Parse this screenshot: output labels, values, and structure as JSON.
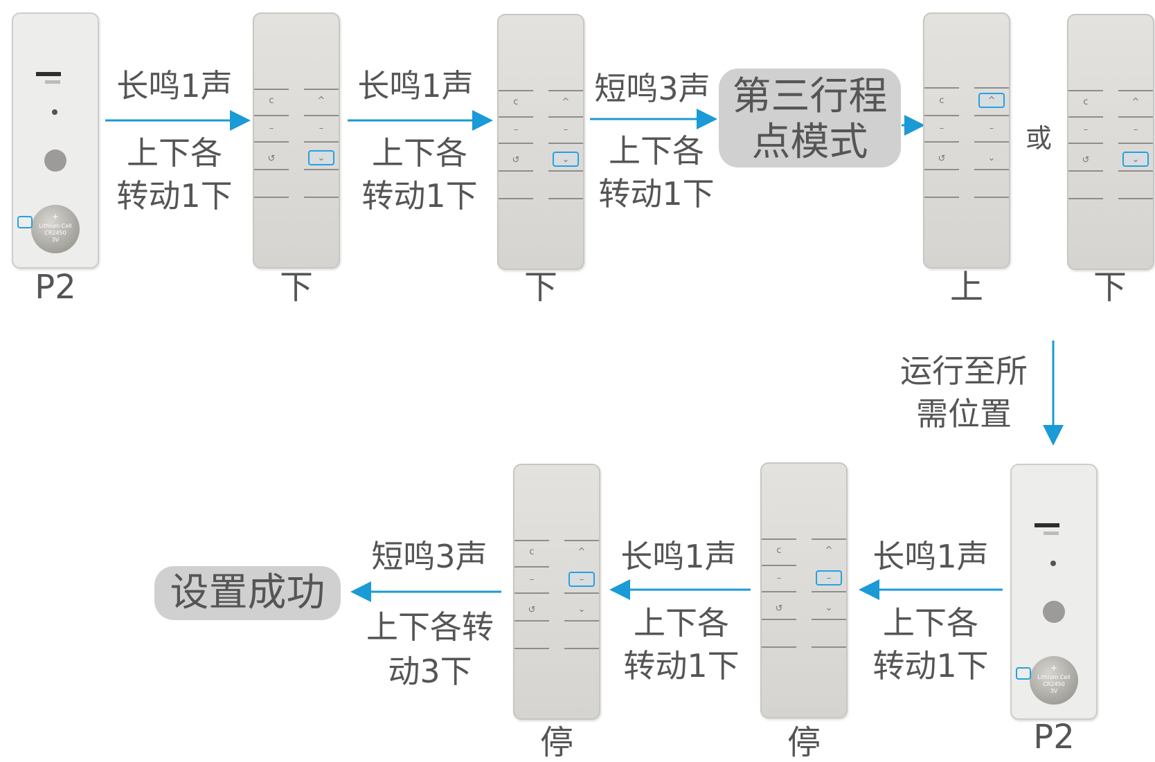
{
  "colors": {
    "arrow": "#1a9ad6",
    "select_outline": "#27a0e0",
    "box_bg": "#cfd0cf"
  },
  "top_row": {
    "p2_label": "P2",
    "step1": {
      "top": "长鸣1声",
      "bottom_line1": "上下各",
      "bottom_line2": "转动1下"
    },
    "remote1_label": "下",
    "step2": {
      "top": "长鸣1声",
      "bottom_line1": "上下各",
      "bottom_line2": "转动1下"
    },
    "remote2_label": "下",
    "step3": {
      "top": "短鸣3声",
      "bottom_line1": "上下各",
      "bottom_line2": "转动1下"
    },
    "mode_box_line1": "第三行程",
    "mode_box_line2": "点模式",
    "remote3_label": "上",
    "or_text": "或",
    "remote4_label": "下"
  },
  "middle": {
    "line1": "运行至所",
    "line2": "需位置"
  },
  "bottom_row": {
    "p2_label": "P2",
    "step4": {
      "top": "长鸣1声",
      "bottom_line1": "上下各",
      "bottom_line2": "转动1下"
    },
    "remote5_label": "停",
    "step5": {
      "top": "长鸣1声",
      "bottom_line1": "上下各",
      "bottom_line2": "转动1下"
    },
    "remote6_label": "停",
    "step6": {
      "top": "短鸣3声",
      "bottom_line1": "上下各转",
      "bottom_line2": "动3下"
    },
    "success_box": "设置成功"
  },
  "remote_icons": {
    "c": "c",
    "up": "^",
    "dash": "–",
    "rot": "↺",
    "down": "⌄"
  },
  "battery": {
    "line1": "Lithium Cell",
    "line2": "CR2450",
    "line3": "3V",
    "plus": "+"
  }
}
